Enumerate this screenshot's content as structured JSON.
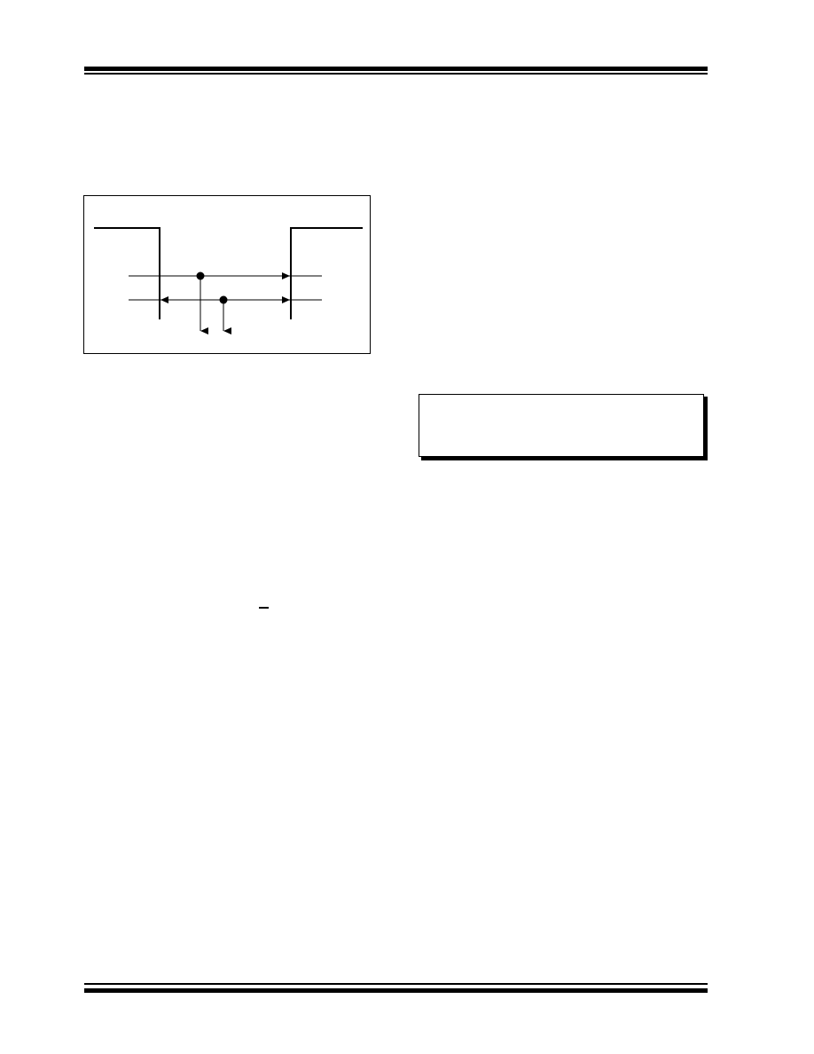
{
  "page": {
    "rule_color": "#000000",
    "background": "#ffffff"
  },
  "timing_diagram": {
    "signals": [
      {
        "kind": "pulse-waveform"
      },
      {
        "kind": "forward-timing-arrow"
      },
      {
        "kind": "bidirectional-timing-arrow"
      },
      {
        "kind": "event-marker-long"
      },
      {
        "kind": "event-marker-short"
      }
    ]
  },
  "note_box": {
    "style": "shadowed-callout",
    "text": ""
  }
}
